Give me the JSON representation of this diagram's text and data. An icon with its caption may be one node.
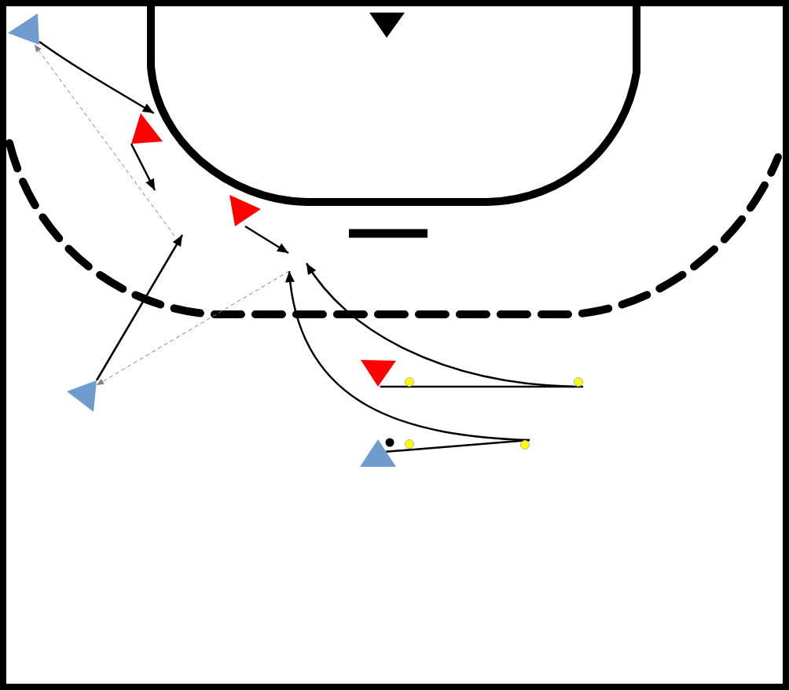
{
  "diagram": {
    "nodes": [
      {
        "text": [],
        "shape": "triangle"
      },
      {
        "text": [],
        "shape": "triangle"
      },
      {
        "text": [],
        "shape": "triangle"
      },
      {
        "text": [],
        "shape": "triangle"
      },
      {
        "text": [],
        "shape": "triangle"
      },
      {
        "text": [],
        "shape": "circle"
      },
      {
        "text": [],
        "shape": "circle"
      },
      {
        "text": [],
        "shape": "triangle"
      },
      {
        "text": [],
        "shape": "triangle"
      },
      {
        "text": [],
        "shape": "circle"
      },
      {
        "text": [],
        "shape": "circle"
      },
      {
        "text": [],
        "shape": "circle"
      }
    ],
    "edges": [
      {
        "from": 0,
        "to": 2,
        "arrow": "to"
      },
      {
        "from": 2,
        "to": null,
        "arrow": "to"
      },
      {
        "from": 3,
        "to": null,
        "arrow": "to"
      },
      {
        "from": 7,
        "to": null,
        "arrow": "to"
      },
      {
        "from": null,
        "to": 0,
        "arrow": "to",
        "style": "dashed",
        "color": "#808080"
      },
      {
        "from": 4,
        "to": 6,
        "arrow": "none"
      },
      {
        "from": 6,
        "to": null,
        "arrow": "to"
      },
      {
        "from": 8,
        "to": 11,
        "arrow": "none"
      },
      {
        "from": 11,
        "to": null,
        "arrow": "to"
      },
      {
        "from": null,
        "to": 7,
        "arrow": "to",
        "style": "dashed",
        "color": "#808080"
      }
    ]
  }
}
